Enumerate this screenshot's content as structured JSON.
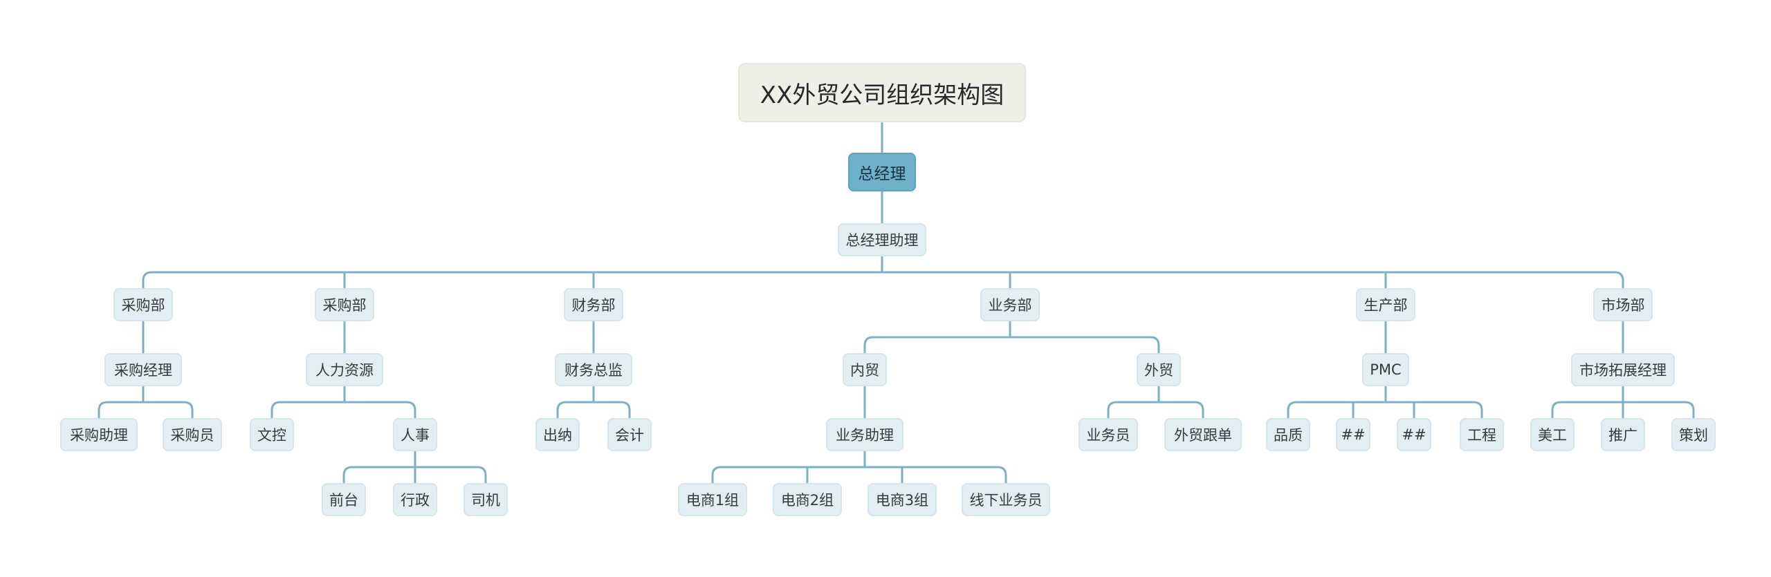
{
  "diagram": {
    "type": "org-chart",
    "line_color": "#7cb0c7",
    "colors": {
      "root": "#f0efe7",
      "general_manager": "#6fb0cb",
      "node": "#e3eef4"
    },
    "nodes": [
      {
        "id": "root",
        "label": "XX外贸公司组织架构图",
        "style": "root"
      },
      {
        "id": "gm",
        "label": "总经理",
        "style": "gm",
        "parent": "root"
      },
      {
        "id": "gma",
        "label": "总经理助理",
        "parent": "gm"
      },
      {
        "id": "cg1",
        "label": "采购部",
        "parent": "gma"
      },
      {
        "id": "cg2",
        "label": "采购部",
        "parent": "gma"
      },
      {
        "id": "cw",
        "label": "财务部",
        "parent": "gma"
      },
      {
        "id": "yw",
        "label": "业务部",
        "parent": "gma"
      },
      {
        "id": "sc",
        "label": "生产部",
        "parent": "gma"
      },
      {
        "id": "sh",
        "label": "市场部",
        "parent": "gma"
      },
      {
        "id": "cgjl",
        "label": "采购经理",
        "parent": "cg1"
      },
      {
        "id": "rlzy",
        "label": "人力资源",
        "parent": "cg2"
      },
      {
        "id": "cwzj",
        "label": "财务总监",
        "parent": "cw"
      },
      {
        "id": "nm",
        "label": "内贸",
        "parent": "yw"
      },
      {
        "id": "wm",
        "label": "外贸",
        "parent": "yw"
      },
      {
        "id": "pmc",
        "label": "PMC",
        "parent": "sc"
      },
      {
        "id": "sctz",
        "label": "市场拓展经理",
        "parent": "sh"
      },
      {
        "id": "cgzl",
        "label": "采购助理",
        "parent": "cgjl"
      },
      {
        "id": "cgy",
        "label": "采购员",
        "parent": "cgjl"
      },
      {
        "id": "wk",
        "label": "文控",
        "parent": "rlzy"
      },
      {
        "id": "rs",
        "label": "人事",
        "parent": "rlzy"
      },
      {
        "id": "cn",
        "label": "出纳",
        "parent": "cwzj"
      },
      {
        "id": "kj",
        "label": "会计",
        "parent": "cwzj"
      },
      {
        "id": "ywzl",
        "label": "业务助理",
        "parent": "nm"
      },
      {
        "id": "ywy",
        "label": "业务员",
        "parent": "wm"
      },
      {
        "id": "wmgd",
        "label": "外贸跟单",
        "parent": "wm"
      },
      {
        "id": "pz",
        "label": "品质",
        "parent": "pmc"
      },
      {
        "id": "h1",
        "label": "##",
        "parent": "pmc"
      },
      {
        "id": "h2",
        "label": "##",
        "parent": "pmc"
      },
      {
        "id": "gc",
        "label": "工程",
        "parent": "pmc"
      },
      {
        "id": "mg",
        "label": "美工",
        "parent": "sctz"
      },
      {
        "id": "tg",
        "label": "推广",
        "parent": "sctz"
      },
      {
        "id": "ch",
        "label": "策划",
        "parent": "sctz"
      },
      {
        "id": "qt",
        "label": "前台",
        "parent": "rs"
      },
      {
        "id": "xz",
        "label": "行政",
        "parent": "rs"
      },
      {
        "id": "sj",
        "label": "司机",
        "parent": "rs"
      },
      {
        "id": "ds1",
        "label": "电商1组",
        "parent": "ywzl"
      },
      {
        "id": "ds2",
        "label": "电商2组",
        "parent": "ywzl"
      },
      {
        "id": "ds3",
        "label": "电商3组",
        "parent": "ywzl"
      },
      {
        "id": "xx",
        "label": "线下业务员",
        "parent": "ywzl"
      }
    ]
  }
}
